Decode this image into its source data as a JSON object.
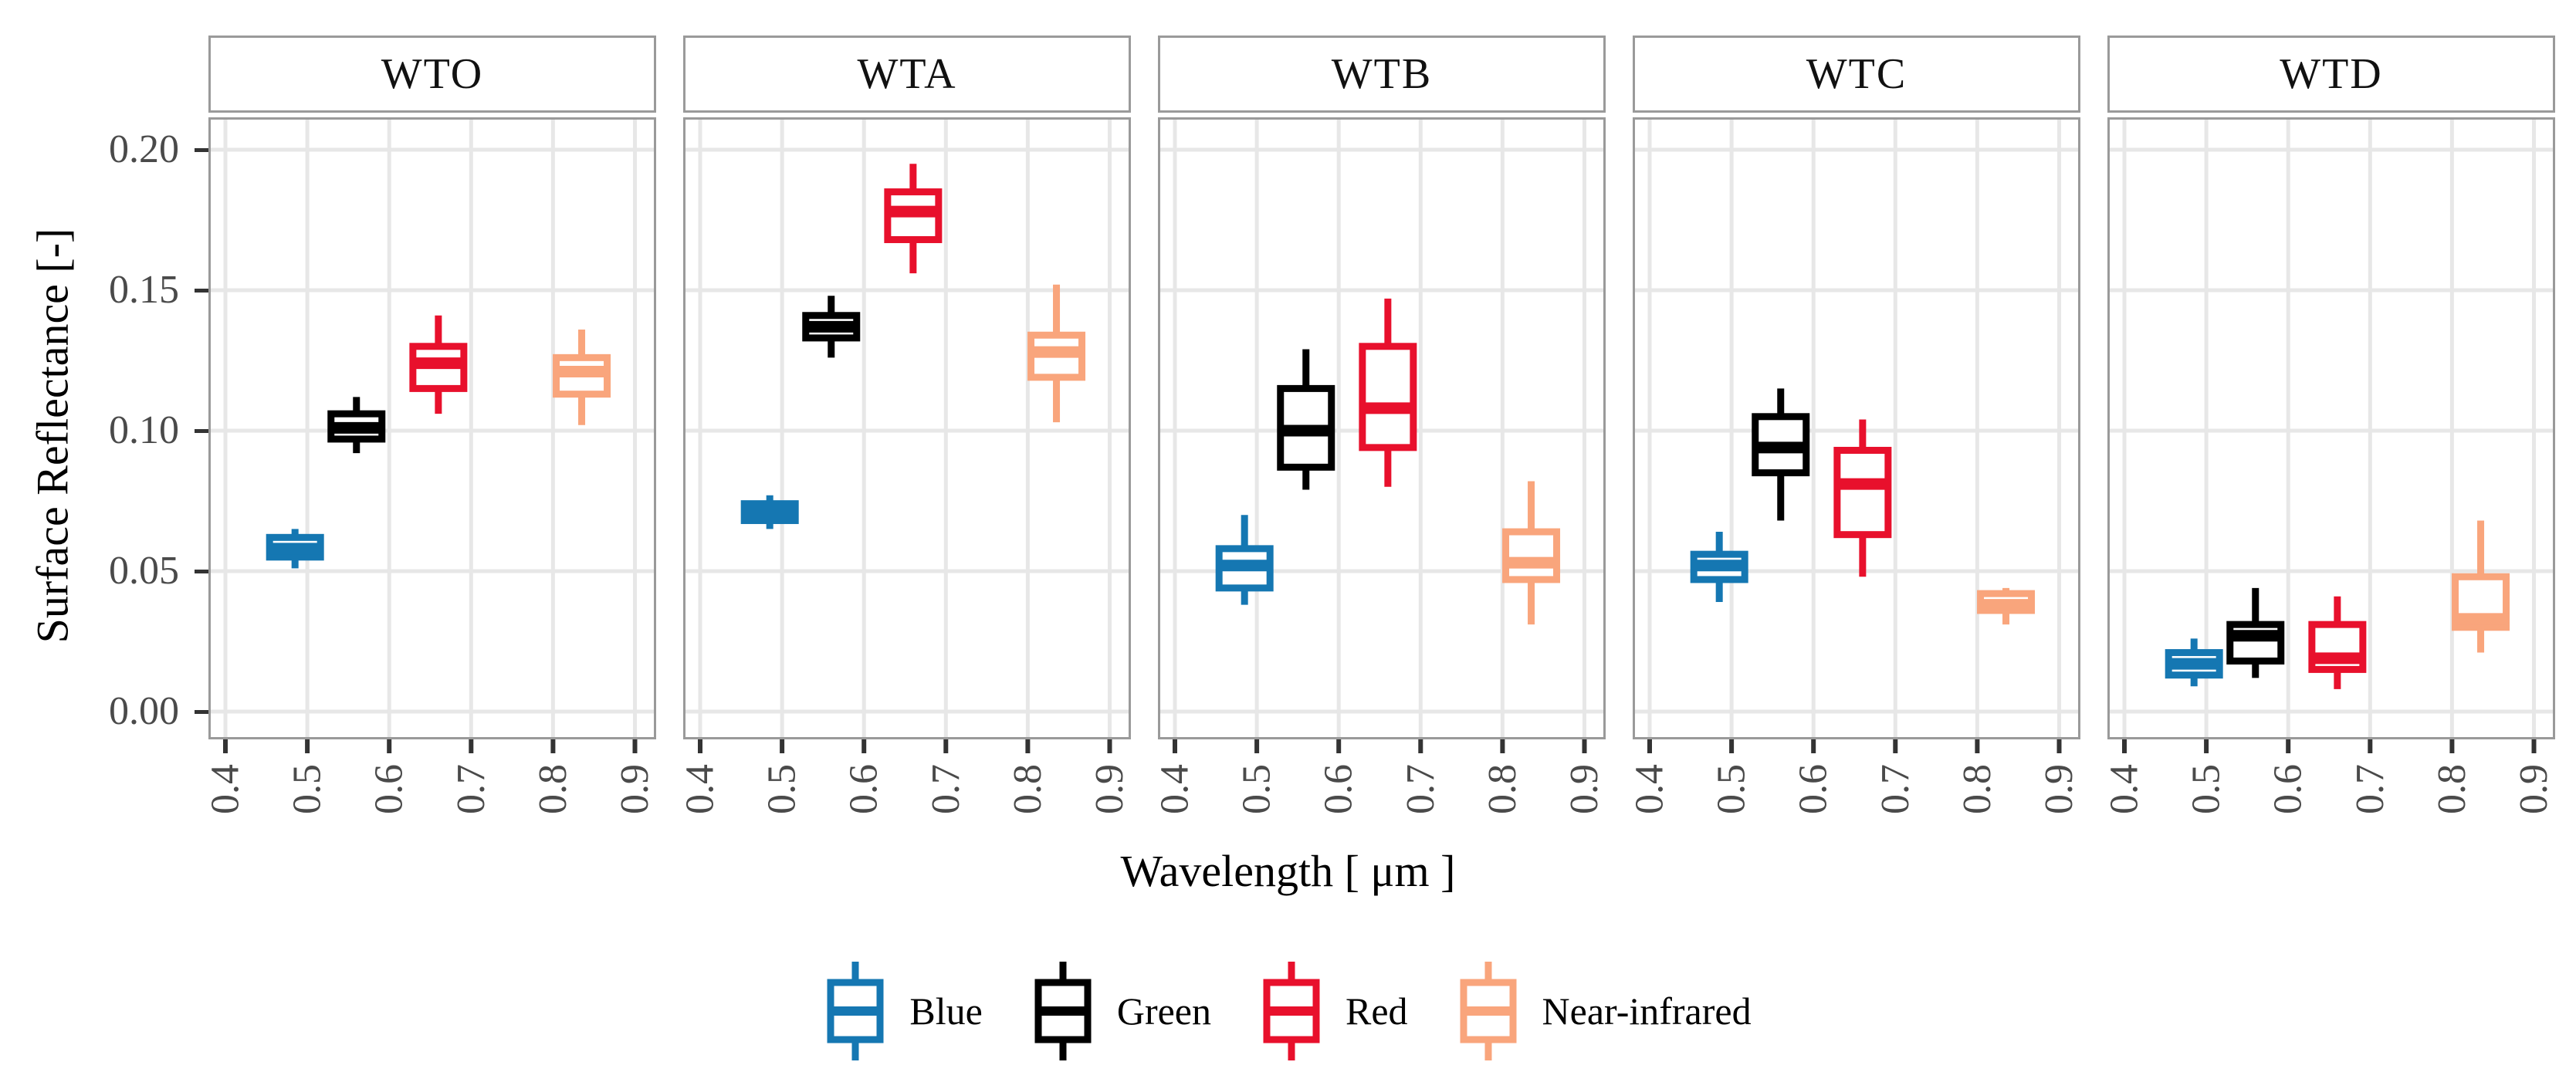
{
  "axes": {
    "y_title": "Surface Reflectance [-]",
    "x_title": "Wavelength [ μm ]",
    "y_ticks": [
      {
        "label": "0.00",
        "value": 0.0
      },
      {
        "label": "0.05",
        "value": 0.05
      },
      {
        "label": "0.10",
        "value": 0.1
      },
      {
        "label": "0.15",
        "value": 0.15
      },
      {
        "label": "0.20",
        "value": 0.2
      }
    ],
    "x_ticks": [
      {
        "label": "0.4",
        "value": 0.4
      },
      {
        "label": "0.5",
        "value": 0.5
      },
      {
        "label": "0.6",
        "value": 0.6
      },
      {
        "label": "0.7",
        "value": 0.7
      },
      {
        "label": "0.8",
        "value": 0.8
      },
      {
        "label": "0.9",
        "value": 0.9
      }
    ]
  },
  "colors": {
    "blue": "#1577b2",
    "green": "#000000",
    "red": "#e8102c",
    "near_infrared": "#f9a57c",
    "gridline": "#e7e7e7",
    "panel_border": "#9a9a9a",
    "tick_text": "#4a4a4a",
    "tick_mark": "#333333"
  },
  "legend": [
    {
      "label": "Blue",
      "color_key": "blue"
    },
    {
      "label": "Green",
      "color_key": "green"
    },
    {
      "label": "Red",
      "color_key": "red"
    },
    {
      "label": "Near-infrared",
      "color_key": "near_infrared"
    }
  ],
  "chart_data": {
    "type": "boxplot",
    "title": "",
    "xlabel": "Wavelength [ μm ]",
    "ylabel": "Surface Reflectance [-]",
    "x_range": [
      0.379,
      0.9115
    ],
    "y_range": [
      -0.0099,
      0.2115
    ],
    "grid": "major-only",
    "legend_position": "bottom",
    "band_wavelengths": {
      "Blue": 0.485,
      "Green": 0.56,
      "Red": 0.66,
      "Near-infrared": 0.835
    },
    "facets": [
      {
        "label": "WTO",
        "boxes": [
          {
            "band": "Blue",
            "wavelength": 0.485,
            "low": 0.051,
            "q1": 0.055,
            "median": 0.058,
            "q3": 0.062,
            "high": 0.065
          },
          {
            "band": "Green",
            "wavelength": 0.56,
            "low": 0.092,
            "q1": 0.097,
            "median": 0.101,
            "q3": 0.106,
            "high": 0.112
          },
          {
            "band": "Red",
            "wavelength": 0.66,
            "low": 0.106,
            "q1": 0.115,
            "median": 0.124,
            "q3": 0.13,
            "high": 0.141
          },
          {
            "band": "Near-infrared",
            "wavelength": 0.835,
            "low": 0.102,
            "q1": 0.113,
            "median": 0.121,
            "q3": 0.126,
            "high": 0.136
          }
        ]
      },
      {
        "label": "WTA",
        "boxes": [
          {
            "band": "Blue",
            "wavelength": 0.485,
            "low": 0.065,
            "q1": 0.068,
            "median": 0.071,
            "q3": 0.074,
            "high": 0.077
          },
          {
            "band": "Green",
            "wavelength": 0.56,
            "low": 0.126,
            "q1": 0.133,
            "median": 0.137,
            "q3": 0.141,
            "high": 0.148
          },
          {
            "band": "Red",
            "wavelength": 0.66,
            "low": 0.156,
            "q1": 0.168,
            "median": 0.178,
            "q3": 0.185,
            "high": 0.195
          },
          {
            "band": "Near-infrared",
            "wavelength": 0.835,
            "low": 0.103,
            "q1": 0.119,
            "median": 0.128,
            "q3": 0.134,
            "high": 0.152
          }
        ]
      },
      {
        "label": "WTB",
        "boxes": [
          {
            "band": "Blue",
            "wavelength": 0.485,
            "low": 0.038,
            "q1": 0.044,
            "median": 0.052,
            "q3": 0.058,
            "high": 0.07
          },
          {
            "band": "Green",
            "wavelength": 0.56,
            "low": 0.079,
            "q1": 0.087,
            "median": 0.1,
            "q3": 0.115,
            "high": 0.129
          },
          {
            "band": "Red",
            "wavelength": 0.66,
            "low": 0.08,
            "q1": 0.094,
            "median": 0.108,
            "q3": 0.13,
            "high": 0.147
          },
          {
            "band": "Near-infrared",
            "wavelength": 0.835,
            "low": 0.031,
            "q1": 0.047,
            "median": 0.053,
            "q3": 0.064,
            "high": 0.082
          }
        ]
      },
      {
        "label": "WTC",
        "boxes": [
          {
            "band": "Blue",
            "wavelength": 0.485,
            "low": 0.039,
            "q1": 0.047,
            "median": 0.052,
            "q3": 0.056,
            "high": 0.064
          },
          {
            "band": "Green",
            "wavelength": 0.56,
            "low": 0.068,
            "q1": 0.085,
            "median": 0.094,
            "q3": 0.105,
            "high": 0.115
          },
          {
            "band": "Red",
            "wavelength": 0.66,
            "low": 0.048,
            "q1": 0.063,
            "median": 0.081,
            "q3": 0.093,
            "high": 0.104
          },
          {
            "band": "Near-infrared",
            "wavelength": 0.835,
            "low": 0.031,
            "q1": 0.036,
            "median": 0.038,
            "q3": 0.042,
            "high": 0.044
          }
        ]
      },
      {
        "label": "WTD",
        "boxes": [
          {
            "band": "Blue",
            "wavelength": 0.485,
            "low": 0.009,
            "q1": 0.013,
            "median": 0.017,
            "q3": 0.021,
            "high": 0.026
          },
          {
            "band": "Green",
            "wavelength": 0.56,
            "low": 0.012,
            "q1": 0.018,
            "median": 0.027,
            "q3": 0.031,
            "high": 0.044
          },
          {
            "band": "Red",
            "wavelength": 0.66,
            "low": 0.008,
            "q1": 0.015,
            "median": 0.019,
            "q3": 0.031,
            "high": 0.041
          },
          {
            "band": "Near-infrared",
            "wavelength": 0.835,
            "low": 0.021,
            "q1": 0.03,
            "median": 0.033,
            "q3": 0.048,
            "high": 0.068
          }
        ]
      }
    ]
  }
}
